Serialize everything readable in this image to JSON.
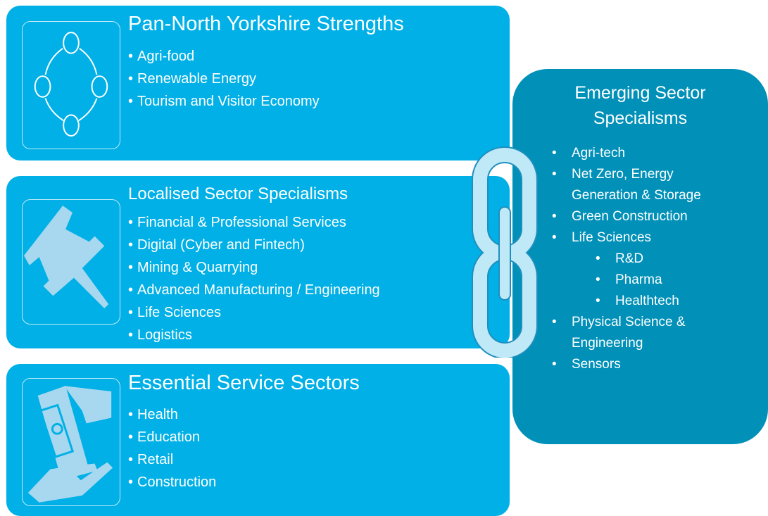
{
  "panels": [
    {
      "title": "Pan-North Yorkshire Strengths",
      "icon": "cycle-icon",
      "items": [
        "Agri-food",
        "Renewable Energy",
        "Tourism and Visitor Economy"
      ]
    },
    {
      "title": "Localised Sector Specialisms",
      "icon": "pushpin-icon",
      "items": [
        "Financial & Professional Services",
        "Digital (Cyber and Fintech)",
        "Mining & Quarrying",
        "Advanced Manufacturing / Engineering",
        "Life Sciences",
        "Logistics"
      ]
    },
    {
      "title": "Essential Service Sectors",
      "icon": "money-hand-icon",
      "items": [
        "Health",
        "Education",
        "Retail",
        "Construction"
      ]
    }
  ],
  "emerging": {
    "title_line1": "Emerging Sector",
    "title_line2": "Specialisms",
    "items": [
      "Agri-tech",
      "Net Zero, Energy",
      "Generation & Storage",
      "Green Construction",
      "Life Sciences",
      "R&D",
      "Pharma",
      "Healthtech",
      "Physical Science &",
      "Engineering",
      "Sensors"
    ]
  },
  "connector": {
    "icon": "chain-link-icon"
  },
  "colors": {
    "panel": "#00b0e6",
    "emerging": "#0090b8",
    "chain": "#bfe9f7",
    "icon": "#a7d8ef"
  }
}
